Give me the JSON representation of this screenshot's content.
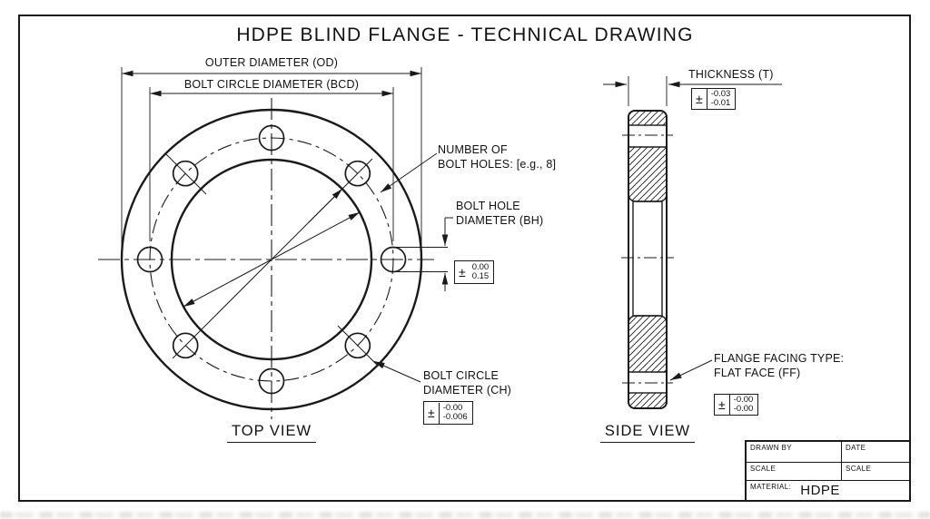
{
  "title": "HDPE BLIND FLANGE - TECHNICAL DRAWING",
  "colors": {
    "line": "#1a1a1a",
    "background": "#ffffff"
  },
  "top_view": {
    "caption": "TOP VIEW",
    "od_label": "OUTER DIAMETER (OD)",
    "bcd_label": "BOLT CIRCLE DIAMETER (BCD)",
    "num_bolt_holes": 8,
    "bolt_holes_note_line1": "NUMBER OF",
    "bolt_holes_note_line2": "BOLT HOLES: [e.g., 8]",
    "bolt_hole_dia_line1": "BOLT HOLE",
    "bolt_hole_dia_line2": "DIAMETER (BH)",
    "bh_tol": {
      "sign": "±",
      "upper": "0.00",
      "lower": "0.15"
    },
    "bolt_circle_dia_line1": "BOLT CIRCLE",
    "bolt_circle_dia_line2": "DIAMETER (CH)",
    "ch_tol": {
      "sign": "±",
      "upper": "-0.00",
      "lower": "-0.006"
    }
  },
  "side_view": {
    "caption": "SIDE VIEW",
    "thickness_label": "THICKNESS (T)",
    "t_tol": {
      "sign": "±",
      "upper": "-0.03",
      "lower": "-0.01"
    },
    "facing_line1": "FLANGE FACING TYPE:",
    "facing_line2": "FLAT FACE (FF)",
    "ff_tol": {
      "sign": "±",
      "upper": "-0.00",
      "lower": "-0.00"
    }
  },
  "title_block": {
    "drawn_by": "DRAWN BY",
    "date": "DATE",
    "scale_left": "SCALE",
    "scale_right": "SCALE",
    "material_label": "MATERIAL:",
    "material_value": "HDPE"
  }
}
